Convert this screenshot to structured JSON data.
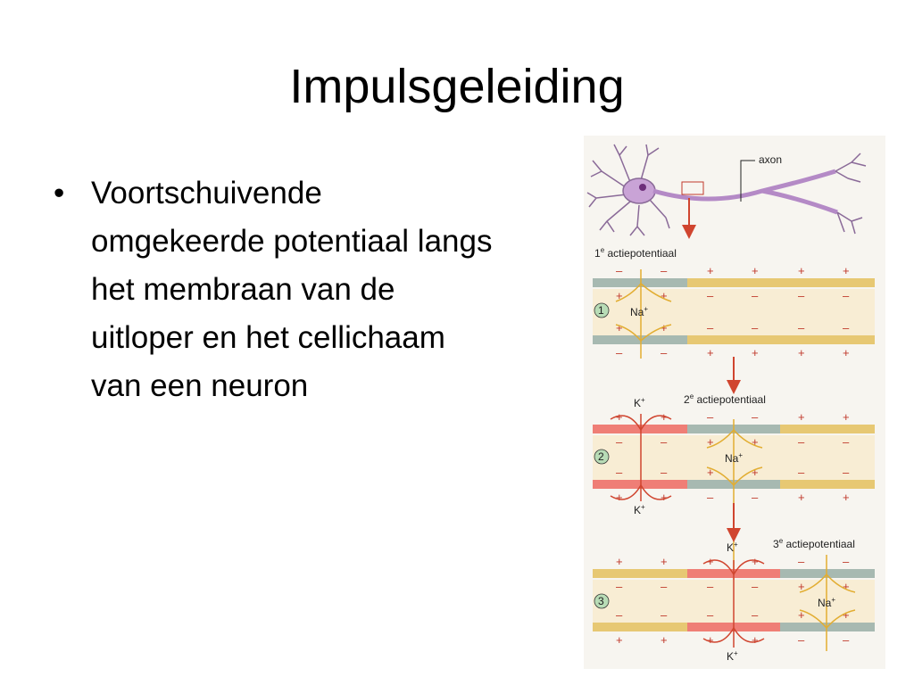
{
  "slide": {
    "title": "Impulsgeleiding",
    "bullet": "Voortschuivende\nomgekeerde potentiaal langs\nhet membraan van de\nuitloper en het cellichaam\nvan een neuron",
    "bullet_symbol": "•"
  },
  "figure": {
    "axon_label": "axon",
    "stage1_label": "actiepotentiaal",
    "stage1_ordinal": "1",
    "stage2_ordinal": "2",
    "stage3_ordinal": "3",
    "ordinal_suffix": "e",
    "step_numbers": [
      "1",
      "2",
      "3"
    ],
    "na_label": "Na",
    "k_label": "K",
    "ion_charge": "+",
    "plus": "+",
    "minus": "–",
    "colors": {
      "membrane_rest": "#e7c873",
      "membrane_depolarized": "#a7b9b1",
      "membrane_repolarizing": "#ef7e76",
      "axon_interior": "#f8edd4",
      "na_arrow": "#e2ad31",
      "k_arrow": "#d0452f",
      "neuron_body": "#c9a3d6",
      "step_circle": "#b8dcb6"
    }
  }
}
